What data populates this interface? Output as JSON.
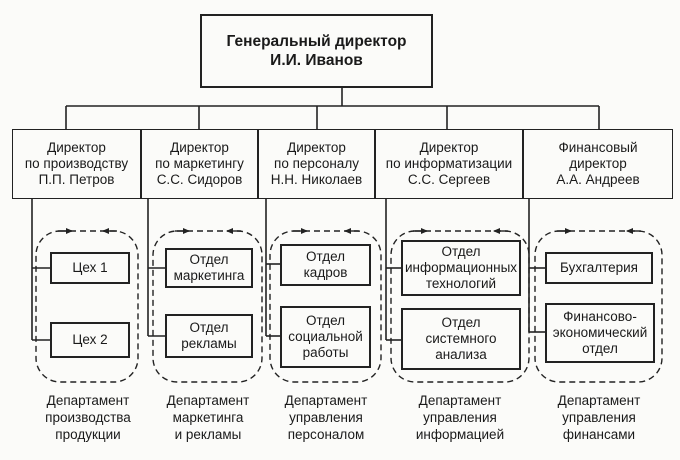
{
  "general": {
    "title": "Генеральный директор",
    "name": "И.И. Иванов"
  },
  "directors": [
    {
      "line1": "Директор",
      "line2": "по производству",
      "name": "П.П. Петров"
    },
    {
      "line1": "Директор",
      "line2": "по маркетингу",
      "name": "С.С. Сидоров"
    },
    {
      "line1": "Директор",
      "line2": "по персоналу",
      "name": "Н.Н. Николаев"
    },
    {
      "line1": "Директор",
      "line2": "по информатизации",
      "name": "С.С. Сергеев"
    },
    {
      "line1": "Финансовый",
      "line2": "директор",
      "name": "А.А. Андреев"
    }
  ],
  "units": [
    {
      "top": [
        "Цех 1"
      ],
      "bottom": [
        "Цех 2"
      ]
    },
    {
      "top": [
        "Отдел",
        "маркетинга"
      ],
      "bottom": [
        "Отдел",
        "рекламы"
      ]
    },
    {
      "top": [
        "Отдел",
        "кадров"
      ],
      "bottom": [
        "Отдел",
        "социальной",
        "работы"
      ]
    },
    {
      "top": [
        "Отдел",
        "информационных",
        "технологий"
      ],
      "bottom": [
        "Отдел",
        "системного",
        "анализа"
      ]
    },
    {
      "top": [
        "Бухгалтерия"
      ],
      "bottom": [
        "Финансово-",
        "экономический",
        "отдел"
      ]
    }
  ],
  "departments": [
    [
      "Департамент",
      "производства",
      "продукции"
    ],
    [
      "Департамент",
      "маркетинга",
      "и рекламы"
    ],
    [
      "Департамент",
      "управления",
      "персоналом"
    ],
    [
      "Департамент",
      "управления",
      "информацией"
    ],
    [
      "Департамент",
      "управления",
      "финансами"
    ]
  ]
}
